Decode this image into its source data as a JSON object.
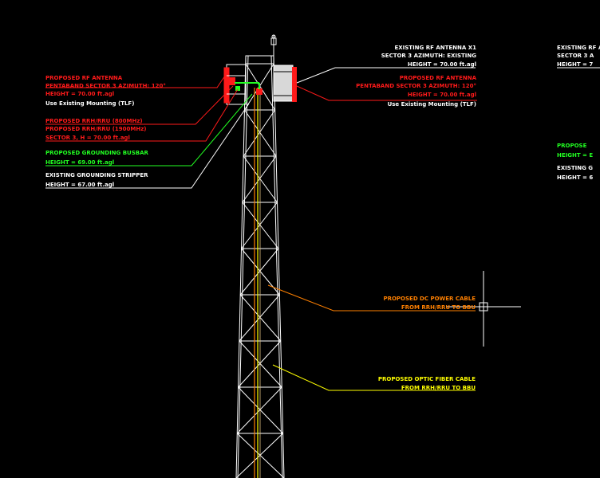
{
  "colors": {
    "background": "#000000",
    "tower": "#ffffff",
    "proposed_red": "#ff1a1a",
    "proposed_green": "#22ff22",
    "existing_white": "#ffffff",
    "power_cable": "#ff8000",
    "fiber_cable": "#ffff00",
    "antenna_body": "#d8d8d8"
  },
  "icons": {
    "cursor": "crosshair-cursor-icon",
    "light": "obstruction-light-icon"
  },
  "annotations": {
    "left_antenna": {
      "line1": "PROPOSED RF ANTENNA",
      "line2": "PENTABAND SECTOR 3 AZIMUTH: 120°",
      "line3": "HEIGHT = 70.00 ft.agl",
      "line4": "Use Existing Mounting (TLF)"
    },
    "left_rrh": {
      "line1": "PROPOSED RRH/RRU (800MHz)",
      "line2": "PROPOSED RRH/RRU (1900MHz)",
      "line3": "SECTOR 3, H = 70.00 ft.agl"
    },
    "ground_busbar": {
      "line1": "PROPOSED GROUNDING BUSBAR",
      "line2": "HEIGHT = 69.00 ft.agl"
    },
    "existing_ground": {
      "line1": "EXISTING GROUNDING STRIPPER",
      "line2": "HEIGHT = 67.00 ft.agl"
    },
    "existing_antenna": {
      "line1": "EXISTING RF ANTENNA X1",
      "line2": "SECTOR 3 AZIMUTH: EXISTING",
      "line3": "HEIGHT = 70.00 ft.agl"
    },
    "right_antenna": {
      "line1": "PROPOSED RF ANTENNA",
      "line2": "PENTABAND SECTOR 3 AZIMUTH: 120°",
      "line3": "HEIGHT = 70.00 ft.agl",
      "line4": "Use Existing Mounting (TLF)"
    },
    "power_cable": {
      "line1": "PROPOSED DC POWER CABLE",
      "line2": "FROM RRH/RRU TO BBU"
    },
    "fiber_cable": {
      "line1": "PROPOSED OPTIC FIBER CABLE",
      "line2": "FROM RRH/RRU TO BBU"
    },
    "edge_existing": {
      "line1": "EXISTING RF A",
      "line2": "SECTOR 3 A",
      "line3": "HEIGHT = 7"
    },
    "edge_green": {
      "line1": "PROPOSE",
      "line2": "HEIGHT = E"
    },
    "edge_white": {
      "line1": "EXISTING G",
      "line2": "HEIGHT = 6"
    }
  }
}
